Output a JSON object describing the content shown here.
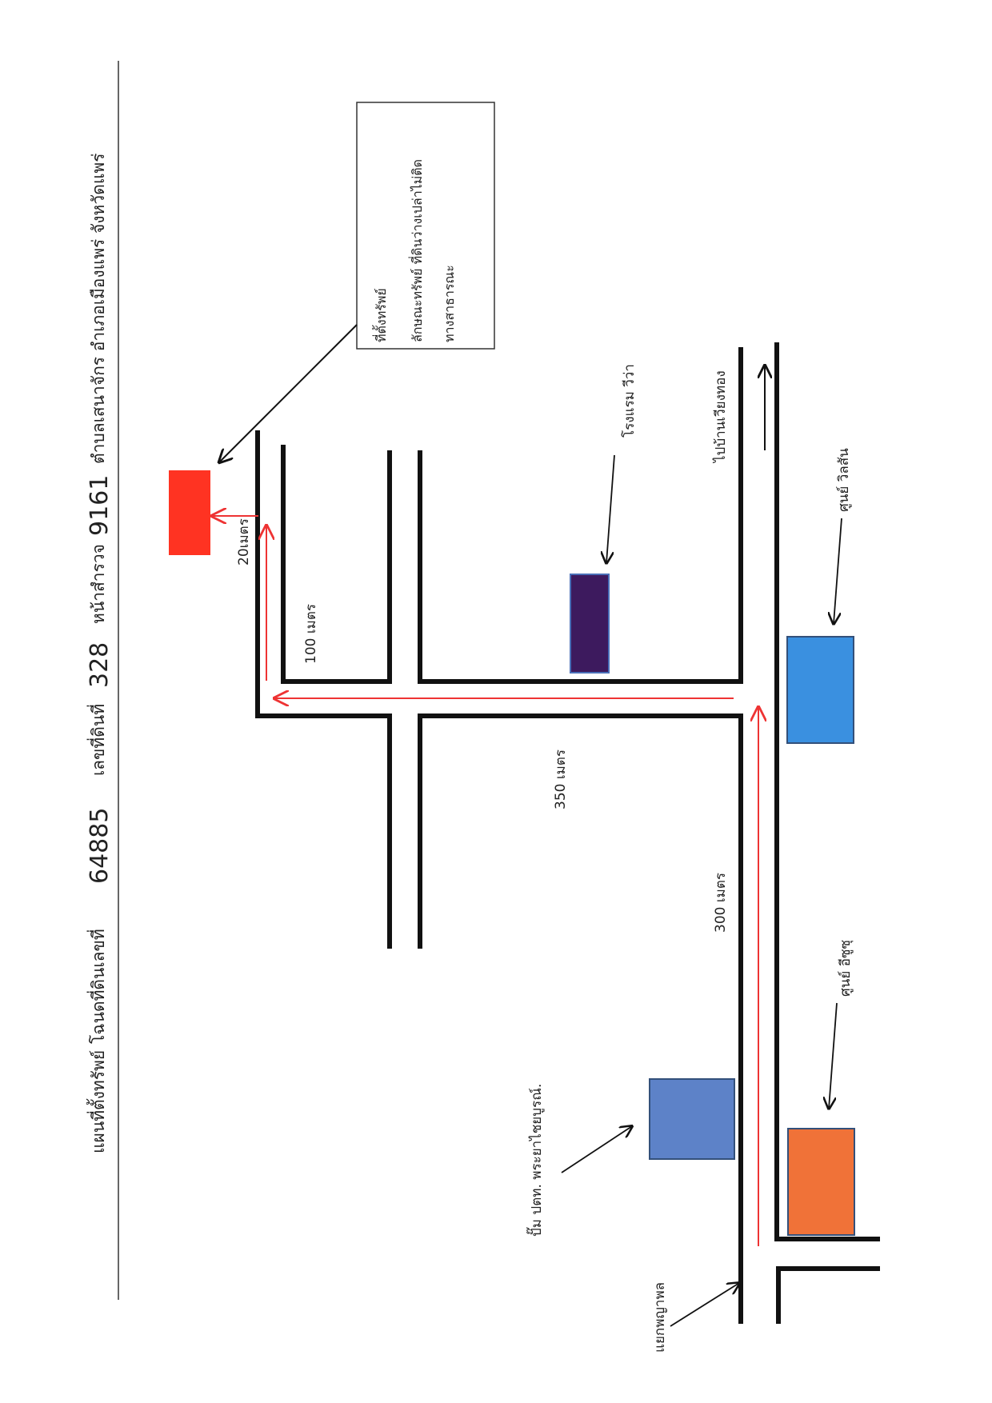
{
  "header": {
    "map_title": "แผนที่ตั้งทรัพย์",
    "deed_label": "โฉนดที่ดินเลขที่",
    "deed_number": "64885",
    "land_no_label": "เลขที่ดินที่",
    "land_no": "328",
    "survey_label": "หน้าสำรวจ",
    "survey_no": "9161",
    "location": "ตำบลเสนาจักร อำเภอเมืองแพร่ จังหวัดแพร่"
  },
  "info_box": {
    "line1": "ที่ตั้งทรัพย์",
    "line2": "ลักษณะทรัพย์ ที่ดินว่างเปล่าไม่ติด",
    "line3": "ทางสาธารณะ"
  },
  "labels": {
    "hotel": "โรงแรม วีว่า",
    "to_village": "ไปบ้านเวียงทอง",
    "center_wilson": "ศูนย์ วิลสัน",
    "center_isuzu": "ศูนย์ อีซูซุ",
    "ptt_station": "ปั๊ม ปตท. พระยาไชยบูรณ์.",
    "junction": "แยกพญาพล",
    "dist_20": "20เมตร",
    "dist_100": "100 เมตร",
    "dist_350": "350 เมตร",
    "dist_300": "300 เมตร"
  },
  "colors": {
    "property": "#ff3322",
    "hotel": "#3d1a5e",
    "center_wilson": "#3a90e0",
    "ptt": "#5d82c8",
    "center_isuzu": "#f07238",
    "route": "#ee3333",
    "road": "#111111"
  }
}
